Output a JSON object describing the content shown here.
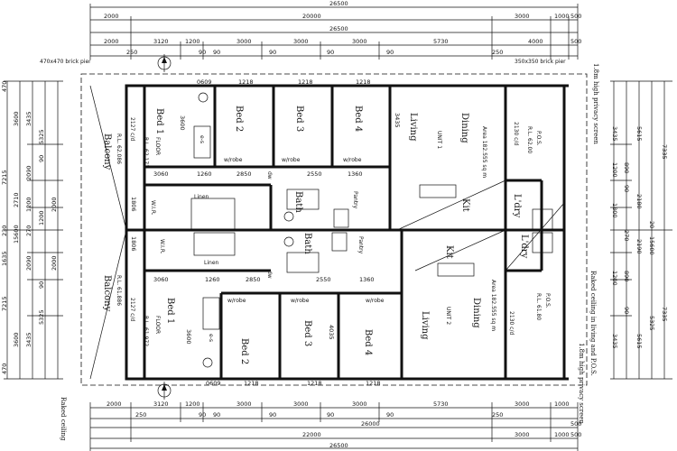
{
  "top_dims": {
    "row1": [
      "26500"
    ],
    "row2": [
      "2000",
      "20000",
      "3000",
      "1000",
      "500"
    ],
    "row3": [
      "26500"
    ],
    "row4": [
      "2000",
      "3120",
      "1200",
      "3000",
      "3000",
      "3000",
      "5730",
      "4000",
      "500"
    ],
    "row5": [
      "250",
      "90",
      "90",
      "90",
      "90",
      "90",
      "250"
    ]
  },
  "bottom_dims": {
    "row1": [
      "2000",
      "3120",
      "1200",
      "3000",
      "3000",
      "3000",
      "5730",
      "3000",
      "1000"
    ],
    "row2": [
      "250",
      "90",
      "90",
      "90",
      "90",
      "90",
      "250"
    ],
    "row3": [
      "26000",
      "500"
    ],
    "row4": [
      "22000",
      "3000",
      "1000",
      "500"
    ],
    "row5": [
      "26500"
    ]
  },
  "left_dims": [
    "470",
    "3600",
    "3435",
    "5325",
    "7215",
    "2090",
    "15600",
    "1200",
    "230",
    "270",
    "2090",
    "1635",
    "7215",
    "5325",
    "3435",
    "3600",
    "470",
    "90",
    "2710",
    "2000",
    "1200",
    "90",
    "2000"
  ],
  "right_dims": [
    "3435",
    "5615",
    "1200",
    "890",
    "1800",
    "90",
    "2180",
    "2190",
    "1200",
    "890",
    "3435",
    "5615",
    "7335",
    "7335",
    "5325",
    "20",
    "15600",
    "270",
    "90"
  ],
  "notes": {
    "pier_left": "470x470 brick pier",
    "pier_right": "350x350 brick pier",
    "privacy_top": "1.8m high privacy screen",
    "privacy_bottom": "1.8m high privacy screen",
    "raked": "Raked ceiling in living and P.O.S.",
    "raked_left": "Raked ceiling"
  },
  "unit1": {
    "balcony": "Balcony",
    "balcony_rl": "R.L. 62.086",
    "floor": "FLOOR",
    "floor_rl": "R.L. 62.172",
    "bed1": "Bed 1",
    "bed2": "Bed 2",
    "bed3": "Bed 3",
    "bed4": "Bed 4",
    "living": "Living",
    "dining": "Dining",
    "unit": "UNIT 1",
    "area": "Area 182.555 sq m",
    "wrobe": "w/robe",
    "linen": "Linen",
    "wir": "W.I.R.",
    "bath": "Bath",
    "pantry": "Pantry",
    "kit": "Kit",
    "ldry": "L'dry",
    "pos": "P.O.S.",
    "pos_rl": "R.L. 62.00",
    "ceil": "2130 c/d",
    "ceil2": "2127 c/d",
    "es": "e-s",
    "dw": "dw",
    "d1": "3060",
    "d2": "1260",
    "d3": "2850",
    "d4": "2550",
    "d5": "1360",
    "d6": "1806",
    "d7": "3435",
    "d8": "3600",
    "d9": "1218",
    "d10": "0609"
  },
  "unit2": {
    "balcony": "Balcony",
    "balcony_rl": "R.L. 61.886",
    "floor": "FLOOR",
    "floor_rl": "R.L. 61.972",
    "bed1": "Bed 1",
    "bed2": "Bed 2",
    "bed3": "Bed 3",
    "bed4": "Bed 4",
    "living": "Living",
    "dining": "Dining",
    "unit": "UNIT 2",
    "area": "Area 182.555 sq m",
    "wrobe": "w/robe",
    "linen": "Linen",
    "wir": "W.I.R.",
    "bath": "Bath",
    "pantry": "Pantry",
    "kit": "Kit",
    "ldry": "L'dry",
    "pos": "P.O.S.",
    "pos_rl": "R.L. 61.80",
    "ceil": "2130 c/d",
    "ceil2": "2127 c/d",
    "es": "e-s",
    "dw": "dw",
    "d1": "3060",
    "d2": "1260",
    "d3": "2850",
    "d4": "2550",
    "d5": "1360",
    "d6": "1806",
    "d7": "4035",
    "d8": "3600",
    "d9": "1218",
    "d10": "0609"
  }
}
